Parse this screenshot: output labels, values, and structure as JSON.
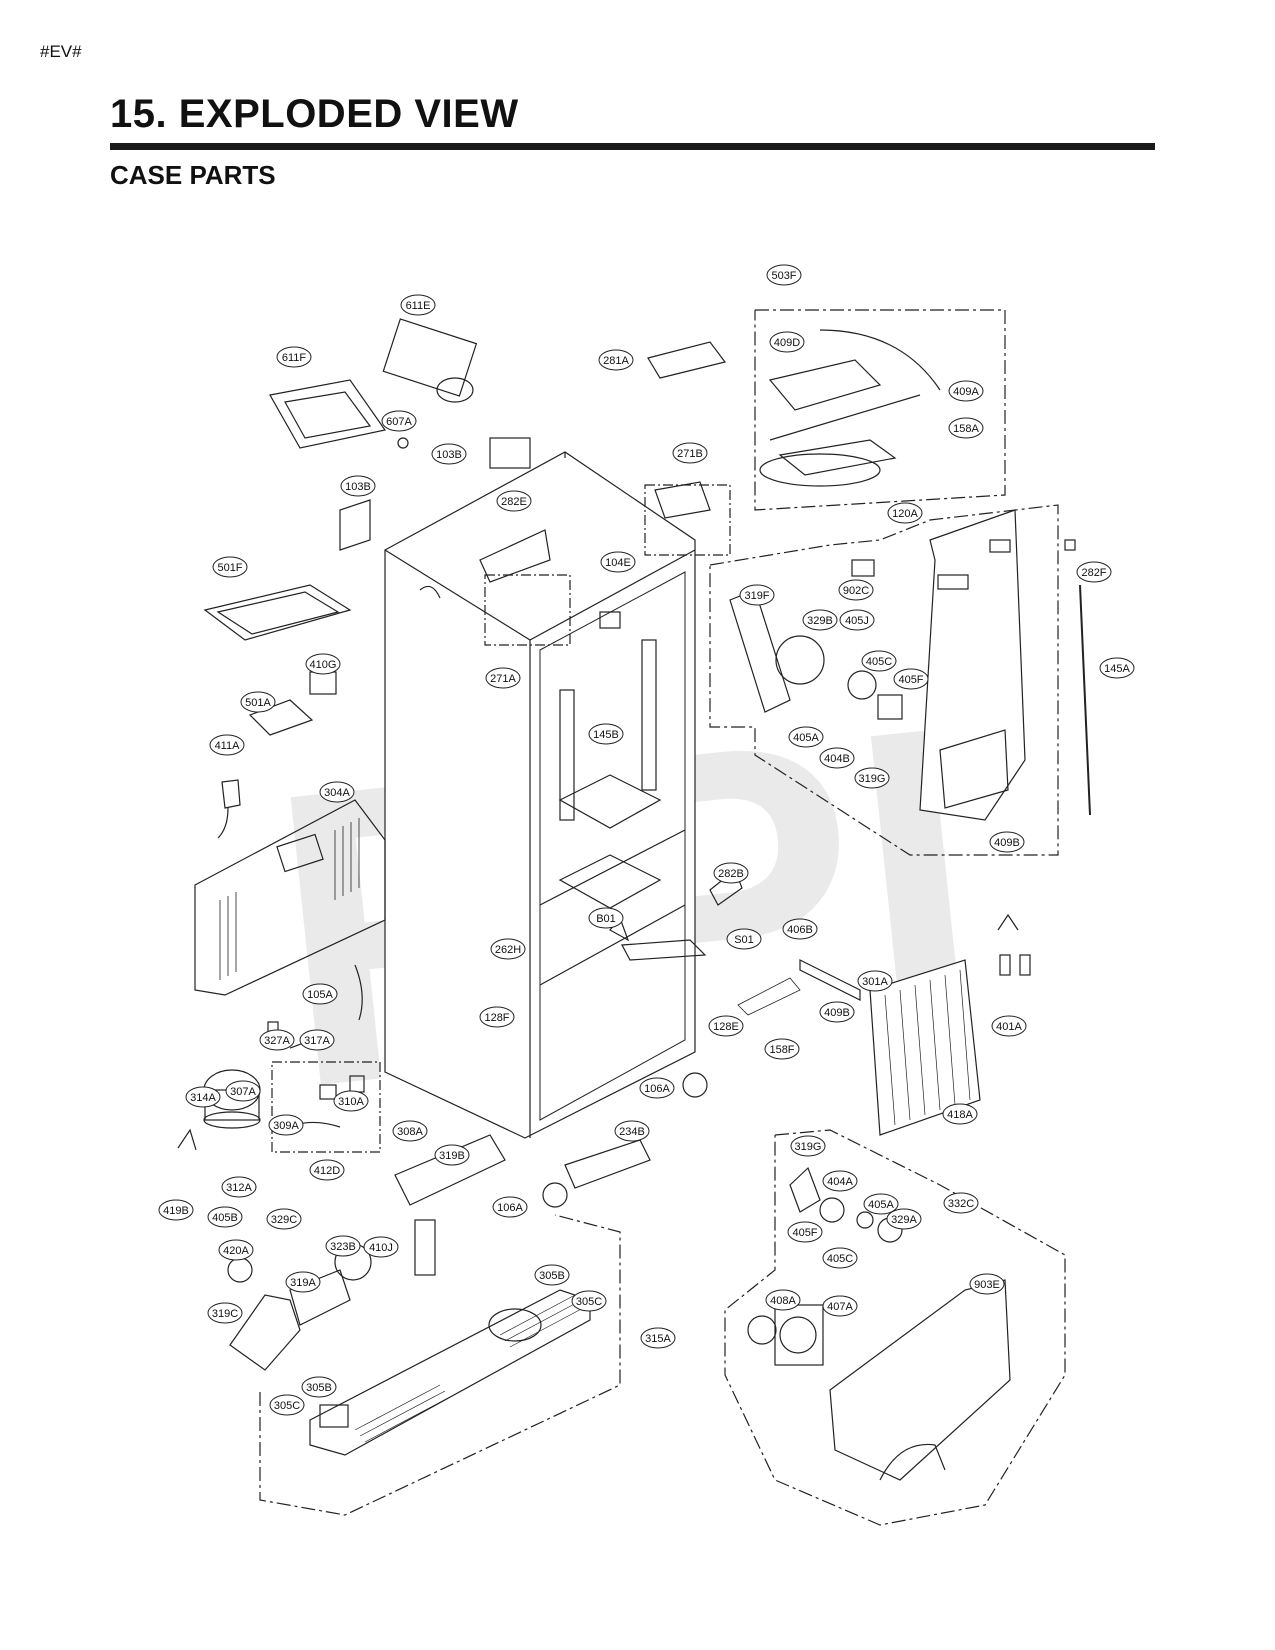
{
  "header": {
    "tag": "#EV#",
    "title": "15. EXPLODED VIEW",
    "subtitle": "CASE PARTS"
  },
  "watermark": "RPI",
  "colors": {
    "ink": "#111111",
    "rule": "#1a1a1a",
    "watermark": "#d9d9d9"
  },
  "labels": [
    "503F",
    "611E",
    "281A",
    "409D",
    "409A",
    "611F",
    "607A",
    "158A",
    "103B",
    "271B",
    "103B",
    "282E",
    "120A",
    "282F",
    "104E",
    "902C",
    "501F",
    "319F",
    "329B",
    "405J",
    "410G",
    "405C",
    "405F",
    "145A",
    "271A",
    "501A",
    "145B",
    "405A",
    "404B",
    "319G",
    "411A",
    "304A",
    "409B",
    "282B",
    "406B",
    "S01",
    "B01",
    "262H",
    "105A",
    "301A",
    "401A",
    "128F",
    "128E",
    "409B",
    "158F",
    "327A",
    "317A",
    "106A",
    "418A",
    "314A",
    "307A",
    "310A",
    "308A",
    "309A",
    "234B",
    "412D",
    "319B",
    "319G",
    "404A",
    "312A",
    "332C",
    "419B",
    "106A",
    "405A",
    "329A",
    "405B",
    "329C",
    "405F",
    "405C",
    "323B",
    "420A",
    "410J",
    "903E",
    "305B",
    "305C",
    "319A",
    "319C",
    "315A",
    "408A",
    "407A",
    "305B",
    "305C"
  ]
}
